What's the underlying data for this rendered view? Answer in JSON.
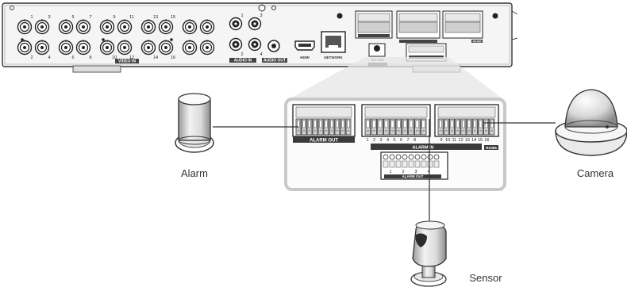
{
  "labels": {
    "alarm": "Alarm",
    "camera": "Camera",
    "sensor": "Sensor"
  },
  "panel": {
    "video_in": "VIDEO IN",
    "audio_in": "AUDIO IN",
    "audio_out": "AUDIO OUT",
    "hdmi": "HDMI",
    "network": "NETWORK",
    "dc": "DC 12V",
    "rs485_small": "RS485",
    "bnc_top": [
      "1",
      "3",
      "5",
      "7",
      "9",
      "11",
      "13",
      "15"
    ],
    "bnc_bottom": [
      "2",
      "4",
      "6",
      "8",
      "10",
      "12",
      "14",
      "16"
    ],
    "audio_top": [
      "1",
      "3"
    ],
    "audio_bottom": [
      "2",
      "4"
    ]
  },
  "zoom": {
    "alarm_out": "ALARM OUT",
    "alarm_in": "ALARM IN",
    "rs485": "RS485",
    "relay_label": "ALARM OUT",
    "alarm_in_numbers": [
      "1",
      "2",
      "3",
      "4",
      "5",
      "6",
      "7",
      "8",
      "9",
      "10",
      "11",
      "12",
      "13",
      "14",
      "15",
      "16"
    ],
    "relay_numbers": [
      "1",
      "2",
      "3",
      "4"
    ]
  },
  "colors": {
    "device_body": "#f4f4f4",
    "zoom_frame": "#c8c8c8",
    "terminal_green": "#3c8a3c",
    "label_bar": "#3a3a3a"
  }
}
